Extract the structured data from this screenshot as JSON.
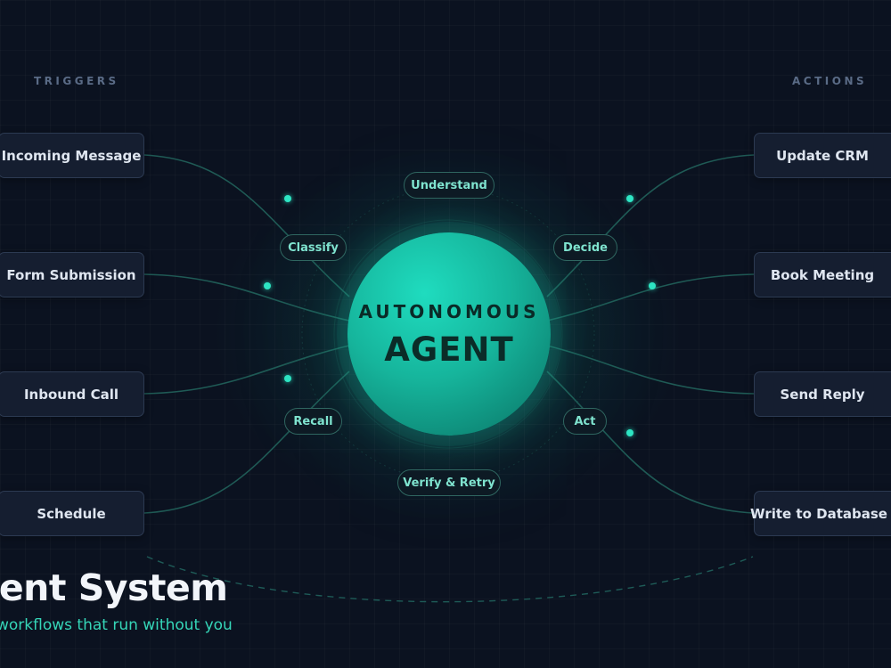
{
  "headings": {
    "triggers": "TRIGGERS",
    "actions": "ACTIONS"
  },
  "triggers": [
    "Incoming Message",
    "Form Submission",
    "Inbound Call",
    "Schedule"
  ],
  "actions": [
    "Update CRM",
    "Book Meeting",
    "Send Reply",
    "Write to Database"
  ],
  "steps": {
    "understand": "Understand",
    "classify": "Classify",
    "decide": "Decide",
    "recall": "Recall",
    "act": "Act",
    "verify": "Verify & Retry"
  },
  "core": {
    "line1": "AUTONOMOUS",
    "line2": "AGENT"
  },
  "footer": {
    "title": "gent System",
    "subtitle": "workflows that run without you"
  },
  "colors": {
    "accent": "#2ee6c4",
    "core": "#16b59c",
    "background": "#0b1220",
    "node_bg": "#151e30"
  }
}
